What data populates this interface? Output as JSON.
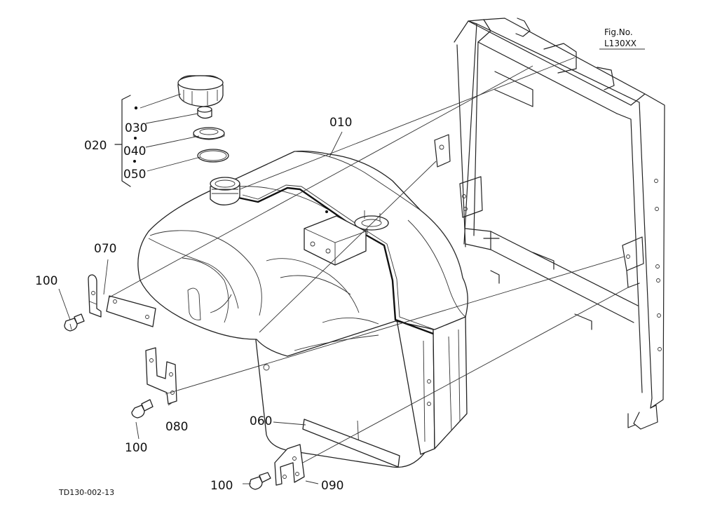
{
  "figure": {
    "label": "Fig.No.",
    "number": "L130XX"
  },
  "drawing_code": "TD130-002-13",
  "parts": {
    "p010": "010",
    "p020": "020",
    "p030": "030",
    "p040": "040",
    "p050": "050",
    "p060": "060",
    "p070": "070",
    "p080": "080",
    "p090": "090",
    "p100": "100"
  }
}
